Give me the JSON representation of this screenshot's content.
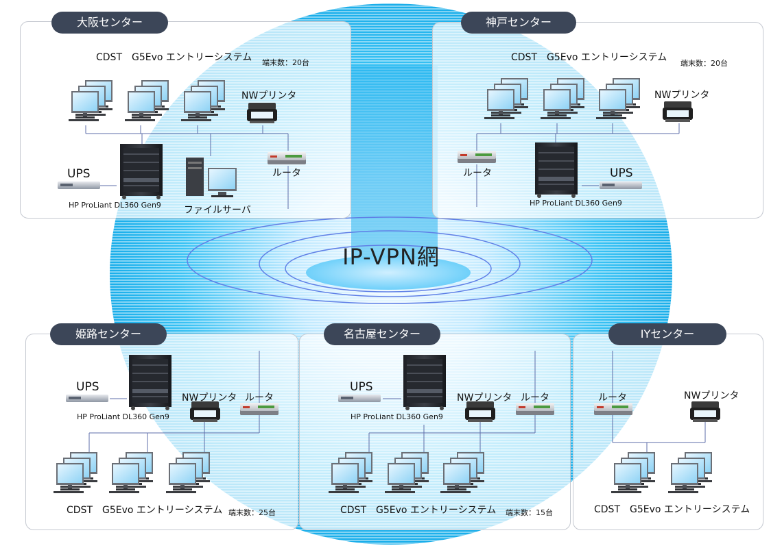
{
  "network": {
    "label": "IP-VPN網"
  },
  "centers": {
    "osaka": {
      "name": "大阪センター",
      "system": "CDST　G5Evo エントリーシステム",
      "terminals": "端末数：20台",
      "printer": "NWプリンタ",
      "ups": "UPS",
      "server": "HP ProLiant DL360 Gen9",
      "file_server": "ファイルサーバ",
      "router": "ルータ"
    },
    "kobe": {
      "name": "神戸センター",
      "system": "CDST　G5Evo エントリーシステム",
      "terminals": "端末数：20台",
      "printer": "NWプリンタ",
      "router": "ルータ",
      "ups": "UPS",
      "server": "HP ProLiant DL360 Gen9"
    },
    "himeji": {
      "name": "姫路センター",
      "ups": "UPS",
      "server": "HP ProLiant DL360 Gen9",
      "printer": "NWプリンタ",
      "router": "ルータ",
      "system": "CDST　G5Evo エントリーシステム",
      "terminals": "端末数：25台"
    },
    "nagoya": {
      "name": "名古屋センター",
      "ups": "UPS",
      "server": "HP ProLiant DL360 Gen9",
      "printer": "NWプリンタ",
      "router": "ルータ",
      "system": "CDST　G5Evo エントリーシステム",
      "terminals": "端末数：15台"
    },
    "iy": {
      "name": "IYセンター",
      "router": "ルータ",
      "printer": "NWプリンタ",
      "system": "CDST　G5Evo エントリーシステム"
    }
  }
}
